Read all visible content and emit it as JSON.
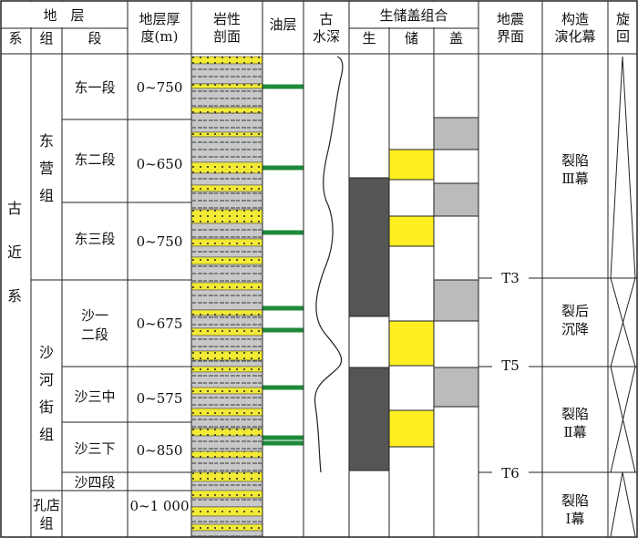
{
  "header": {
    "formation": "地　层",
    "system": "系",
    "group": "组",
    "section": "段",
    "thickness": [
      "地层厚",
      "度(m)"
    ],
    "lithology": [
      "岩性",
      "剖面"
    ],
    "oil_layer": "油层",
    "paleo_depth": [
      "古",
      "水深"
    ],
    "sst_combo": "生储盖组合",
    "source": "生",
    "reservoir": "储",
    "cap": "盖",
    "seismic": [
      "地震",
      "界面"
    ],
    "tectonic": [
      "构造",
      "演化幕"
    ],
    "cycle": [
      "旋",
      "回"
    ]
  },
  "system_name": "古近系",
  "groups": [
    {
      "name": "东营组"
    },
    {
      "name": "沙河街组"
    },
    {
      "name": "孔店组"
    }
  ],
  "sections": [
    {
      "name": "东一段",
      "thickness": "0~750"
    },
    {
      "name": "东二段",
      "thickness": "0~650"
    },
    {
      "name": "东三段",
      "thickness": "0~750"
    },
    {
      "name": "沙一二段",
      "thickness": "0~675"
    },
    {
      "name": "沙三中",
      "thickness": "0~575"
    },
    {
      "name": "沙三下",
      "thickness": "0~850"
    },
    {
      "name": "沙四段",
      "thickness": ""
    },
    {
      "name": "",
      "thickness": "0~1 000"
    }
  ],
  "seismic_interfaces": [
    "T3",
    "T5",
    "T6"
  ],
  "tectonic_episodes": [
    {
      "line1": "裂陷",
      "line2": "Ⅲ幕"
    },
    {
      "line1": "裂后",
      "line2": "沉降"
    },
    {
      "line1": "裂陷",
      "line2": "Ⅱ幕"
    },
    {
      "line1": "裂陷",
      "line2": "Ⅰ幕"
    }
  ],
  "colors": {
    "source_rock": "#555555",
    "reservoir": "#ffee22",
    "cap_rock": "#bbbbbb",
    "oil_layer": "#1e8a3a",
    "sandstone": "#f2ea35",
    "mudstone": "#c8c8c8",
    "line": "#222222"
  },
  "icons": {
    "lithology": "sandstone-mudstone-pattern",
    "paleo_depth": "water-depth-curve",
    "cycle": "cycle-triangles"
  }
}
